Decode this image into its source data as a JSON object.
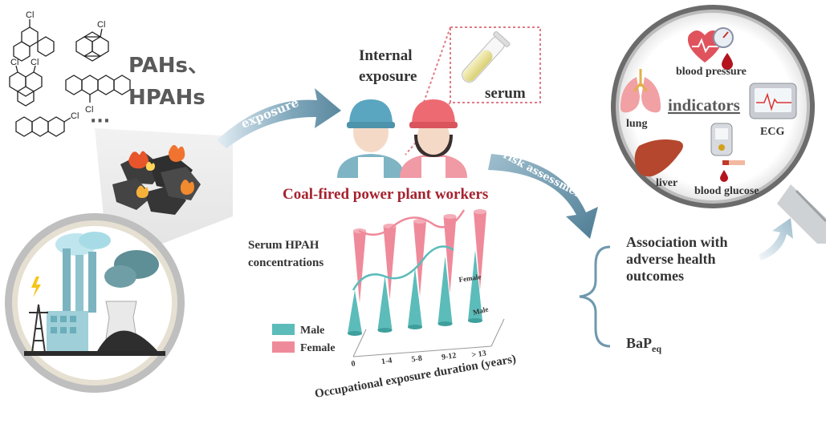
{
  "compounds": {
    "title_line1": "PAHs、",
    "title_line2": "HPAHs",
    "ellipsis": "···",
    "substituent": "Cl"
  },
  "arrows": {
    "exposure": "exposure",
    "risk_assessment": "risk assessment"
  },
  "internal_exposure": {
    "line1": "Internal",
    "line2": "exposure",
    "sample": "serum"
  },
  "workers": {
    "caption": "Coal-fired power plant workers"
  },
  "serum_chart": {
    "title_line1": "Serum HPAH",
    "title_line2": "concentrations",
    "xlabel": "Occupational exposure duration (years)"
  },
  "chart_data": {
    "type": "bar",
    "categories": [
      "0",
      "1-4",
      "5-8",
      "9-12",
      "> 13"
    ],
    "series": [
      {
        "name": "Female",
        "color": "#ef8a9a"
      },
      {
        "name": "Male",
        "color": "#5bbcba"
      }
    ],
    "depth_labels": [
      "Female",
      "Male"
    ],
    "xlabel": "Occupational exposure duration (years)",
    "ylabel": "",
    "title": ""
  },
  "outcomes": {
    "association_line1": "Association with",
    "association_line2": "adverse health",
    "association_line3": "outcomes",
    "bap_main": "BaP",
    "bap_sub": "eq"
  },
  "indicators": {
    "title": "indicators",
    "blood_pressure": "blood pressure",
    "lung": "lung",
    "ecg": "ECG",
    "liver": "liver",
    "blood_glucose": "blood glucose"
  },
  "colors": {
    "arrow": "#6f98ad",
    "caption": "#a5222e",
    "female": "#ef8a9a",
    "male": "#5bbcba",
    "serum_frame": "#e07a86"
  }
}
